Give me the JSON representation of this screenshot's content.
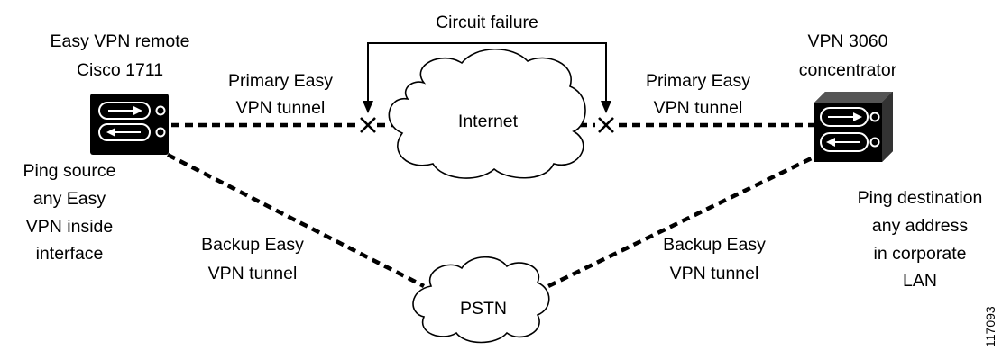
{
  "remote_router": {
    "title": [
      "Easy VPN remote",
      "Cisco 1711"
    ],
    "note": [
      "Ping source",
      "any Easy",
      "VPN inside",
      "interface"
    ]
  },
  "concentrator": {
    "title": [
      "VPN 3060",
      "concentrator"
    ],
    "note": [
      "Ping destination",
      "any address",
      "in corporate",
      "LAN"
    ]
  },
  "clouds": {
    "internet": "Internet",
    "pstn": "PSTN"
  },
  "failure_label": "Circuit failure",
  "links": {
    "primary_left": [
      "Primary Easy",
      "VPN tunnel"
    ],
    "primary_right": [
      "Primary Easy",
      "VPN tunnel"
    ],
    "backup_left": [
      "Backup Easy",
      "VPN tunnel"
    ],
    "backup_right": [
      "Backup Easy",
      "VPN tunnel"
    ]
  },
  "figure_number": "117093"
}
